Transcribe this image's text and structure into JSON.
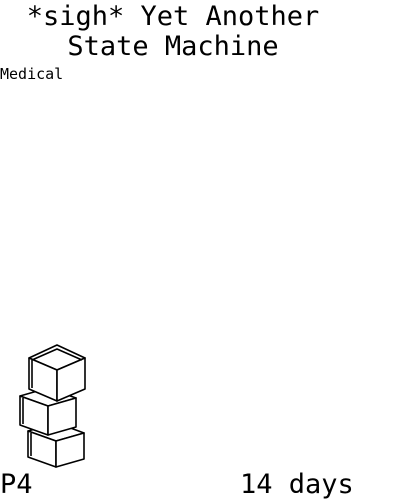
{
  "card": {
    "title": "*sigh* Yet Another\nState Machine",
    "category": "Medical",
    "icon": "stacked-cubes-icon",
    "priority": "P4",
    "duration": "14 days"
  }
}
